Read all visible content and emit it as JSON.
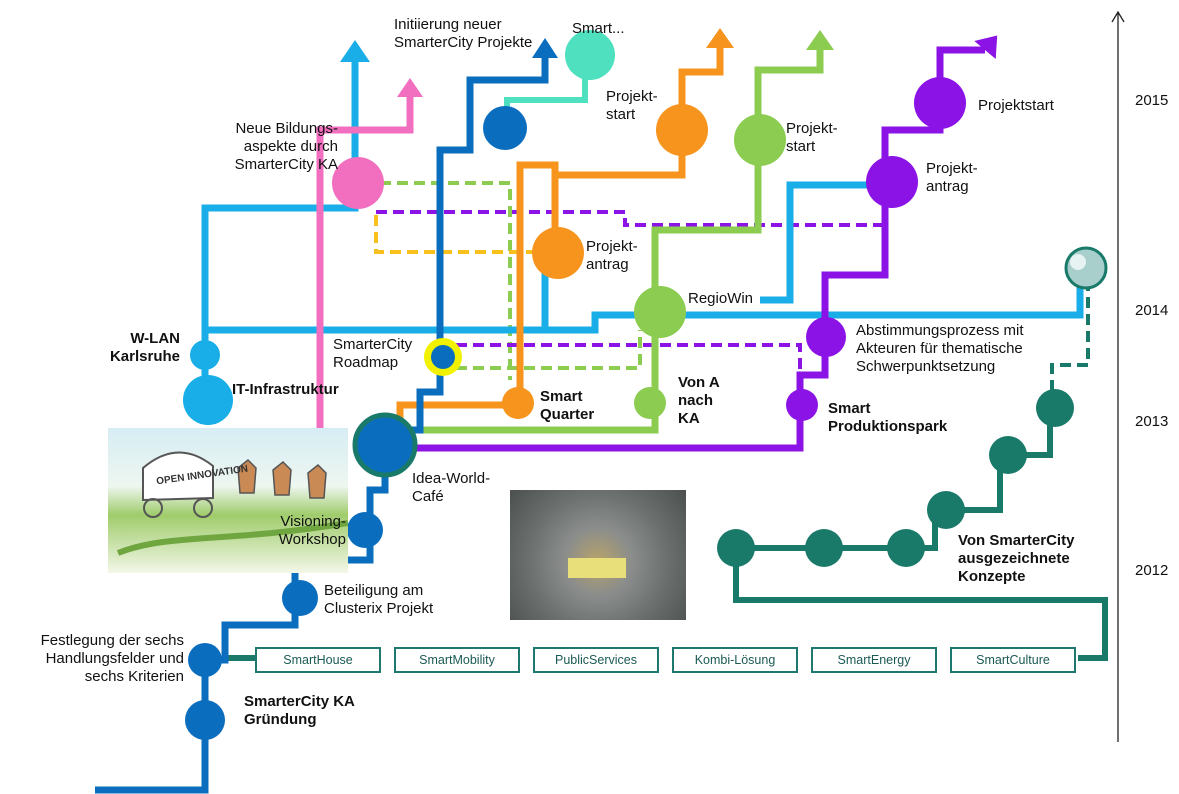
{
  "colors": {
    "dark_blue": "#0b6dbd",
    "light_blue": "#1aaee8",
    "pink": "#f26fc0",
    "teal_light": "#4fe0c0",
    "orange": "#f7941d",
    "green": "#8ccc50",
    "purple": "#8b13e6",
    "dark_teal": "#1a7a6a",
    "yellow_ring": "#f2f200"
  },
  "years": [
    "2015",
    "2014",
    "2013",
    "2012"
  ],
  "labels": {
    "initiierung": "Initiierung neuer SmarterCity Projekte",
    "smart_dots": "Smart...",
    "bildung": "Neue Bildungs- aspekte durch SmarterCity KA",
    "projektstart_orange": "Projekt- start",
    "projektstart_green": "Projekt- start",
    "projektstart_purple": "Projektstart",
    "projektantrag_purple": "Projekt- antrag",
    "projektantrag_orange": "Projekt- antrag",
    "regiowin": "RegioWin",
    "wlan": "W-LAN Karlsruhe",
    "it_infrastruktur": "IT-Infrastruktur",
    "roadmap": "SmarterCity Roadmap",
    "smart_quarter": "Smart Quarter",
    "von_a_nach_ka": "Von A nach KA",
    "abstimmung": "Abstimmungsprozess mit Akteuren für thematische Schwerpunktsetzung",
    "produktionspark": "Smart Produktionspark",
    "ideaworld": "Idea-World- Café",
    "visioning": "Visioning- Workshop",
    "clusterix": "Beteiligung am Clusterix Projekt",
    "festlegung": "Festlegung der sechs Handlungsfelder und sechs Kriterien",
    "gruendung": "SmarterCity KA Gründung",
    "ausgezeichnet": "Von SmarterCity ausgezeichnete Konzepte"
  },
  "fields": [
    "SmartHouse",
    "SmartMobility",
    "PublicServices",
    "Kombi-Lösung",
    "SmartEnergy",
    "SmartCulture"
  ],
  "sketch_text": "OPEN INNOVATION"
}
